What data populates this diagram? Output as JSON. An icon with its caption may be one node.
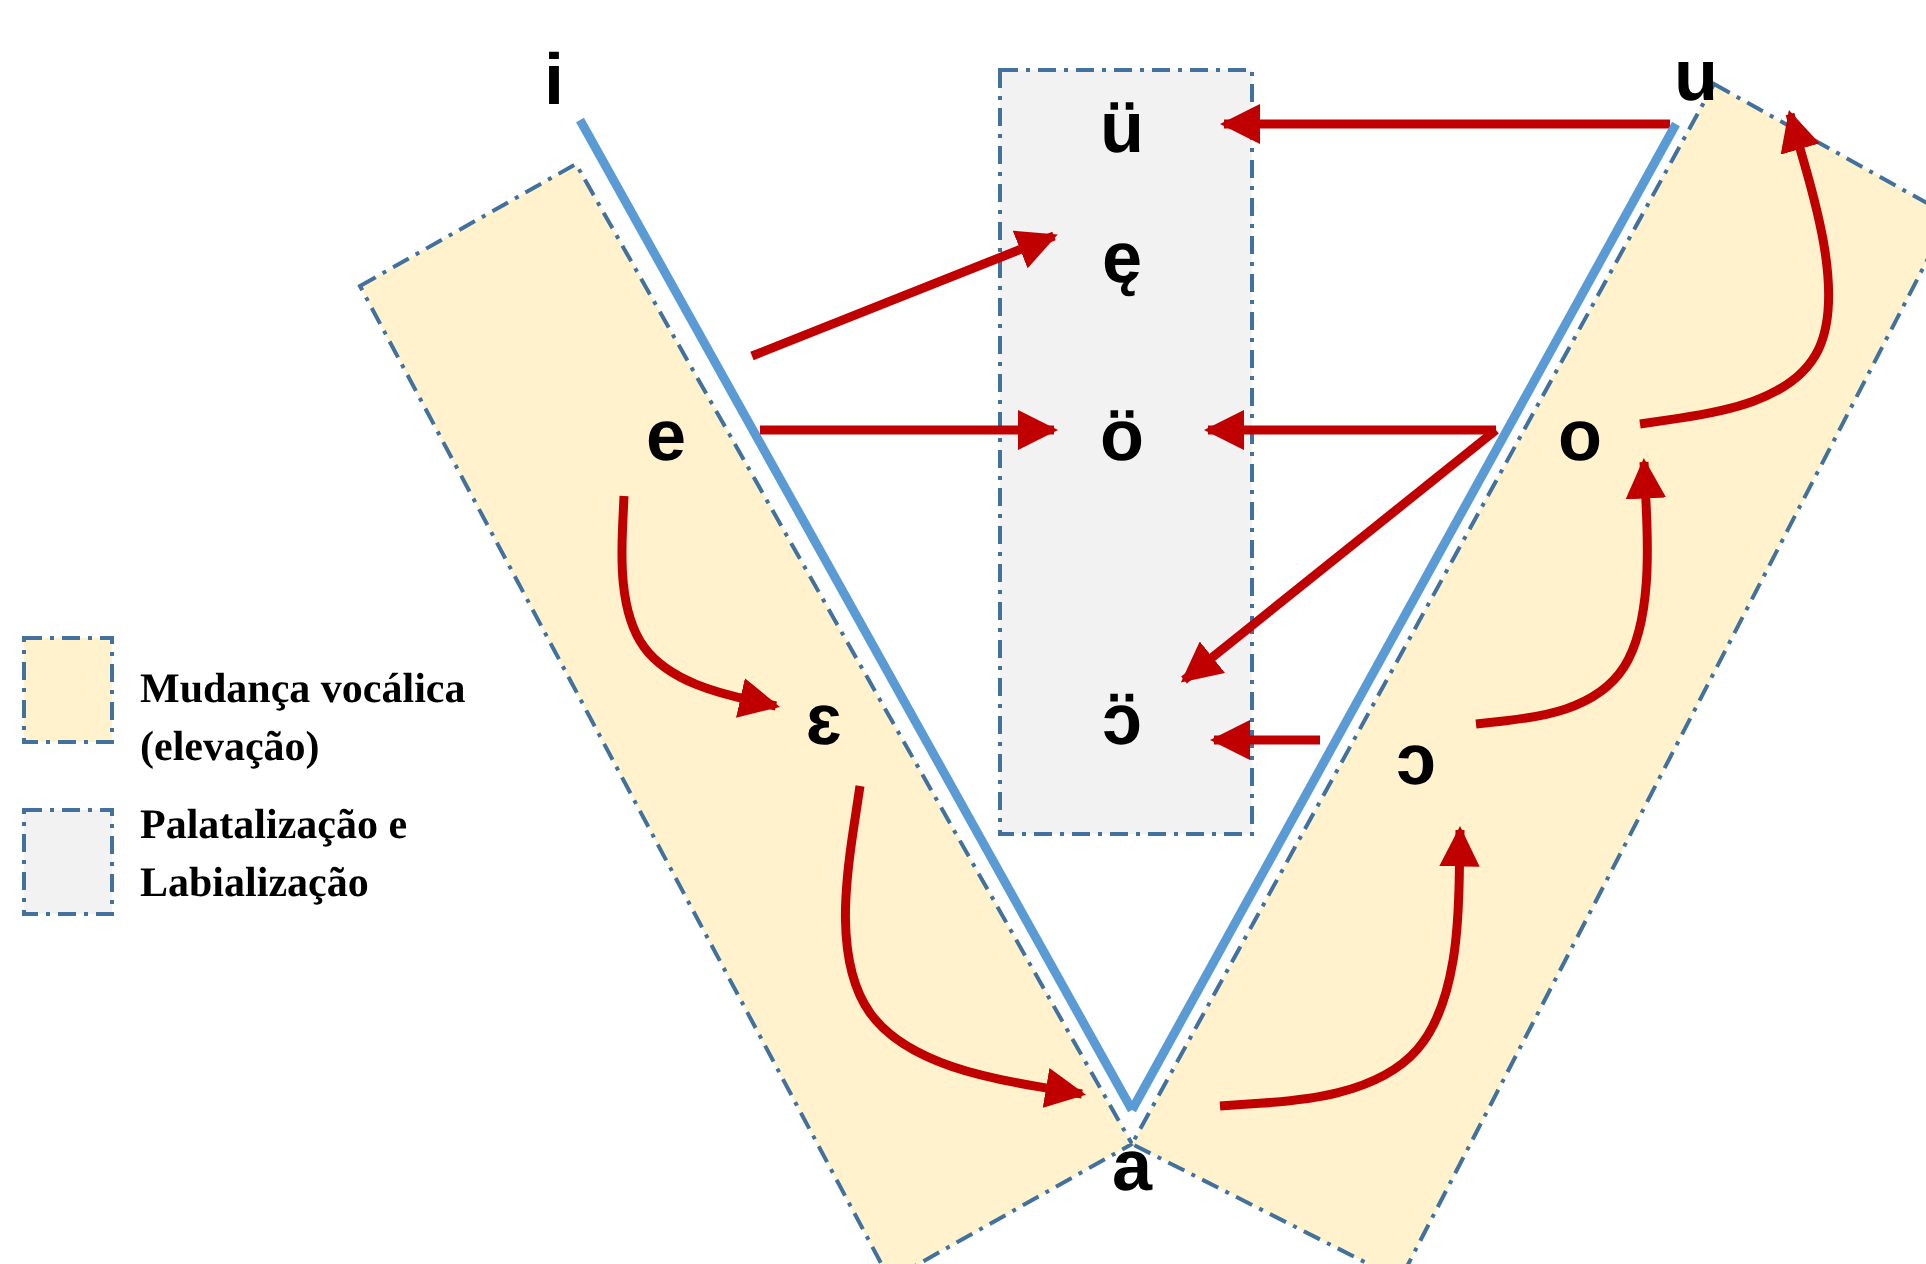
{
  "diagram": {
    "nodes": [
      {
        "text": [
          "i"
        ]
      },
      {
        "text": [],
        "shape": "box"
      },
      {
        "text": [
          "ü"
        ],
        "in": 1
      },
      {
        "text": [
          "ę"
        ],
        "in": 1
      },
      {
        "text": [
          "ö"
        ],
        "in": 1
      },
      {
        "text": [
          "ɔ̈"
        ],
        "in": 1
      },
      {
        "text": [
          "u"
        ]
      },
      {
        "text": [
          "e"
        ]
      },
      {
        "text": [
          "o"
        ]
      },
      {
        "text": [
          "ɛ"
        ]
      },
      {
        "text": [
          "ɔ"
        ]
      },
      {
        "text": [
          "a"
        ]
      }
    ],
    "edges": [
      {
        "from": 6,
        "to": 2,
        "arrow": "to"
      },
      {
        "from": 7,
        "to": 3,
        "arrow": "to"
      },
      {
        "from": 7,
        "to": 4,
        "arrow": "to"
      },
      {
        "from": 8,
        "to": 4,
        "arrow": "to"
      },
      {
        "from": 8,
        "to": 5,
        "arrow": "to"
      },
      {
        "from": 10,
        "to": 5,
        "arrow": "to"
      },
      {
        "from": 7,
        "to": 9,
        "arrow": "to"
      },
      {
        "from": 9,
        "to": 11,
        "arrow": "to"
      },
      {
        "from": 11,
        "to": 10,
        "arrow": "to"
      },
      {
        "from": 10,
        "to": 8,
        "arrow": "to"
      },
      {
        "from": 8,
        "to": 6,
        "arrow": "to"
      },
      {
        "from": 0,
        "to": 11,
        "arrow": "none",
        "color": "#5b9bd5"
      },
      {
        "from": 11,
        "to": 6,
        "arrow": "none",
        "color": "#5b9bd5"
      }
    ],
    "legend": [
      {
        "text": "Mudança vocálica (elevação)",
        "color": "#fff2cc"
      },
      {
        "text": "Palatalização e Labialização",
        "color": "#f2f2f2"
      }
    ]
  }
}
